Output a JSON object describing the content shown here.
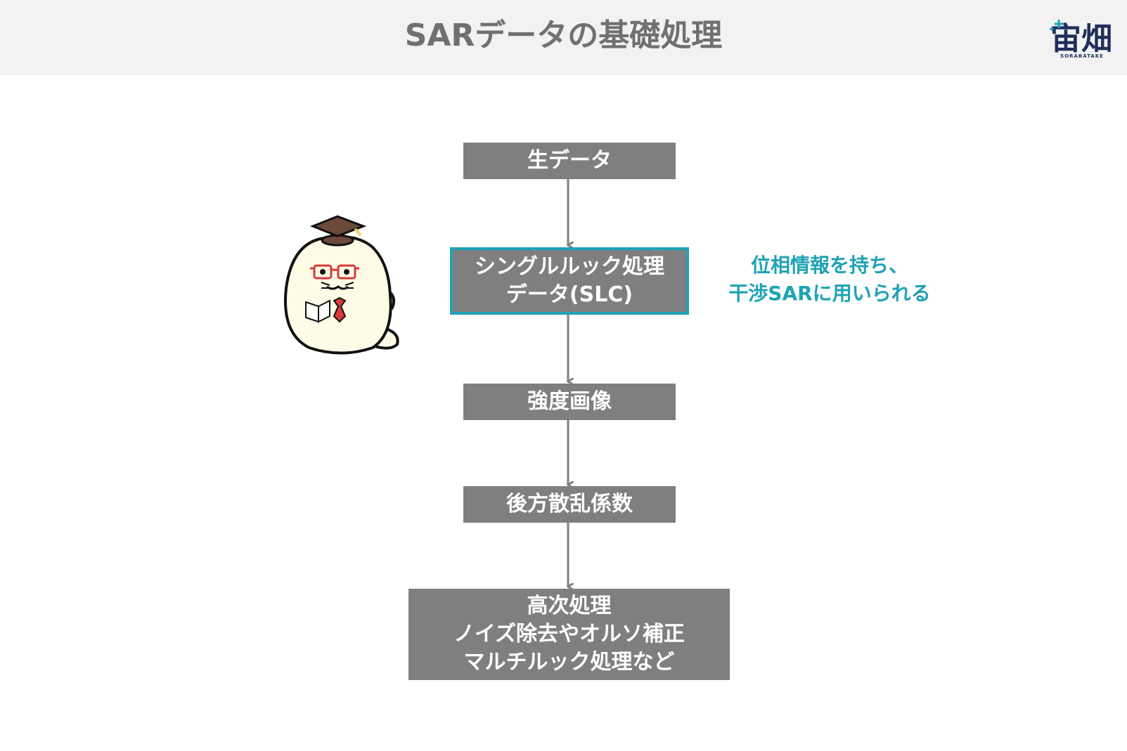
{
  "header": {
    "title": "SARデータの基礎処理",
    "logo_text": "宙畑",
    "logo_subtext": "SORABATAKE"
  },
  "flow": {
    "raw": "生データ",
    "slc_line1": "シングルルック処理",
    "slc_line2": "データ(SLC)",
    "intensity": "強度画像",
    "backscatter": "後方散乱係数",
    "higher_line1": "高次処理",
    "higher_line2": "ノイズ除去やオルソ補正",
    "higher_line3": "マルチルック処理など"
  },
  "note": {
    "line1": "位相情報を持ち、",
    "line2": "干渉SARに用いられる"
  },
  "colors": {
    "box": "#7f7f7f",
    "accent": "#1fa2b5",
    "arrow": "#7f7f7f",
    "title": "#707070"
  },
  "icons": {
    "mascot": "graduation-cap-mascot-icon",
    "arrow": "arrow-down-icon"
  }
}
